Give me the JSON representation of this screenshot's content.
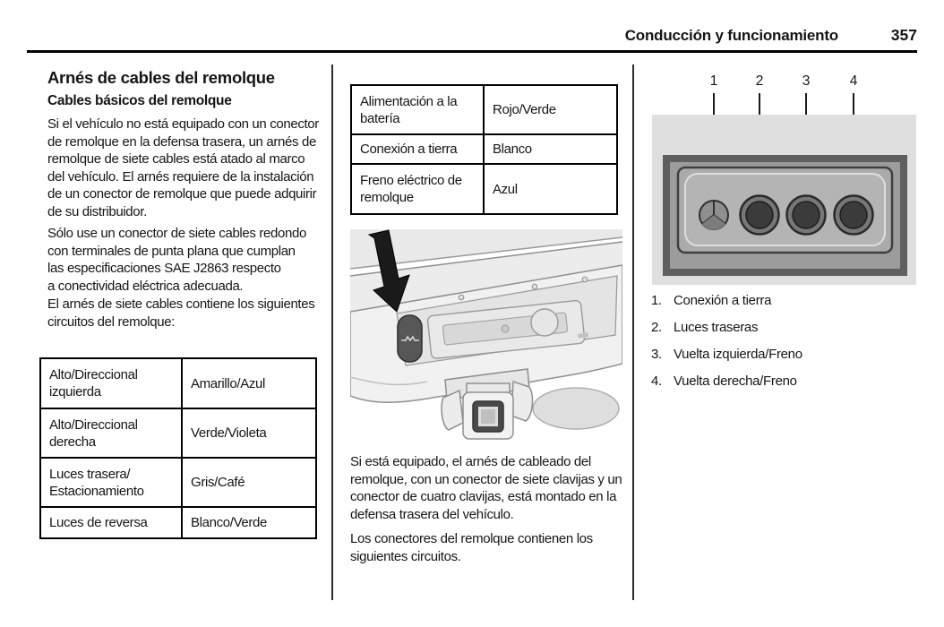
{
  "header": {
    "section_title": "Conducción y funcionamiento",
    "page_number": "357"
  },
  "left_column": {
    "heading": "Arnés de cables del remolque",
    "subheading": "Cables básicos del remolque",
    "para1_lines": [
      "Si el vehículo no está equipado con un conector",
      "de remolque en la defensa trasera, un arnés de",
      "remolque de siete cables está atado al marco",
      "del vehículo. El arnés requiere de la instalación",
      "de un conector de remolque que puede adquirir",
      "de su distribuidor."
    ],
    "para2_lines": [
      "Sólo use un conector de siete cables redondo",
      "con terminales de punta plana que cumplan",
      "las especificaciones SAE J2863 respecto",
      "a conectividad eléctrica adecuada."
    ],
    "para3_lines": [
      "El arnés de siete cables contiene los siguientes",
      "circuitos del remolque:"
    ],
    "circuit_table": {
      "rows": [
        {
          "circuit": "Alto/Direccional izquierda",
          "color": "Amarillo/Azul"
        },
        {
          "circuit": "Alto/Direccional derecha",
          "color": "Verde/Violeta"
        },
        {
          "circuit": "Luces trasera/ Estacionamiento",
          "color": "Gris/Café"
        },
        {
          "circuit": "Luces de reversa",
          "color": "Blanco/Verde"
        }
      ]
    }
  },
  "middle_column": {
    "power_table": {
      "rows": [
        {
          "circuit": "Alimentación a la batería",
          "color": "Rojo/Verde"
        },
        {
          "circuit": "Conexión a tierra",
          "color": "Blanco"
        },
        {
          "circuit": "Freno eléctrico de remolque",
          "color": "Azul"
        }
      ]
    },
    "figure_caption": "rear bumper with trailer hitch and wiring connector, arrow pointing to connector",
    "para1_lines": [
      "Si está equipado, el arnés de cableado del",
      "remolque, con un conector de siete clavijas y un",
      "conector de cuatro clavijas, está montado en la",
      "defensa trasera del vehículo."
    ],
    "para2_lines": [
      "Los conectores del remolque contienen los",
      "siguientes circuitos."
    ]
  },
  "right_column": {
    "figure": {
      "callouts": [
        "1",
        "2",
        "3",
        "4"
      ],
      "description": "four-pin flat trailer connector face"
    },
    "legend": [
      {
        "num": "1.",
        "label": "Conexión a tierra"
      },
      {
        "num": "2.",
        "label": "Luces traseras"
      },
      {
        "num": "3.",
        "label": "Vuelta izquierda/Freno"
      },
      {
        "num": "4.",
        "label": "Vuelta derecha/Freno"
      }
    ]
  },
  "palette": {
    "text": "#151515",
    "rule": "#000000",
    "figure_light_gray": "#dfdfdf",
    "figure_frame_gray": "#5f5f5f",
    "figure_panel_gray": "#b4b4b4",
    "pin_dark": "#3b3b3b"
  }
}
